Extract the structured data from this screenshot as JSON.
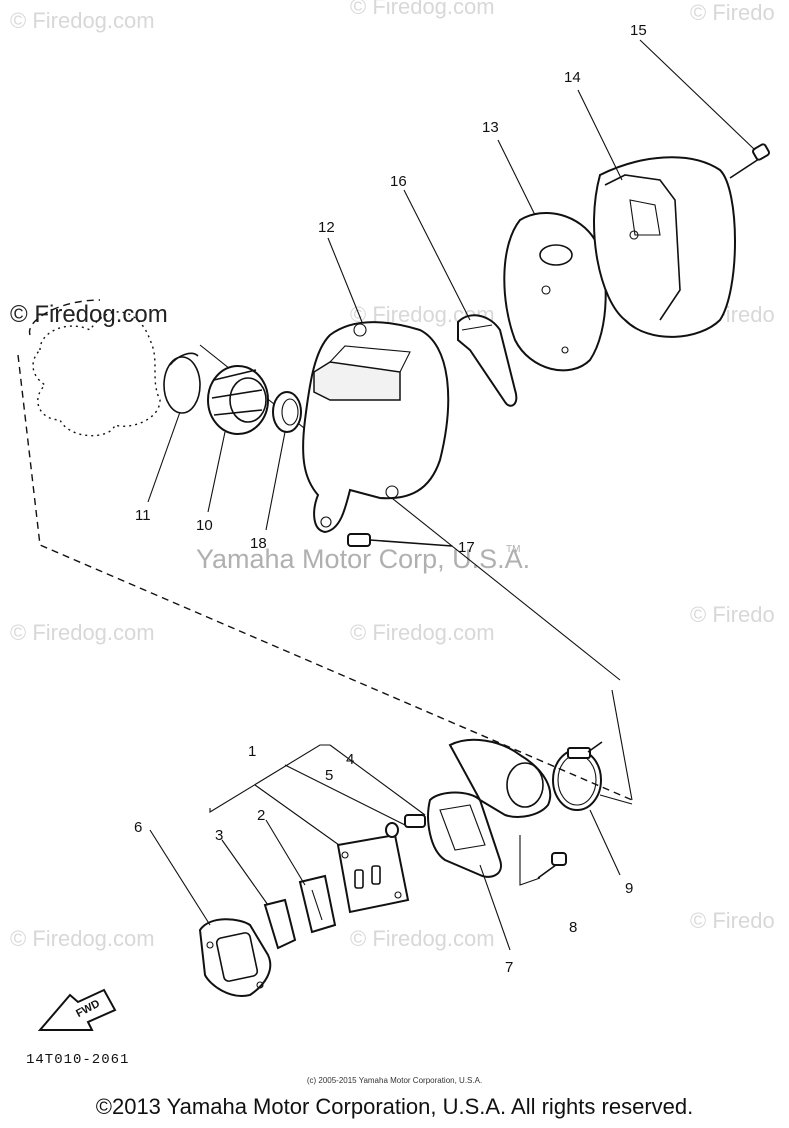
{
  "watermarks": {
    "firedog": "© Firedog.com",
    "firedog_short": "© Firedo",
    "firedog_mid": "© Firedog.com",
    "yamaha": "Yamaha Motor Corp, U.S.A.",
    "tm": "TM"
  },
  "callouts": {
    "c1": "1",
    "c2": "2",
    "c3": "3",
    "c4": "4",
    "c5": "5",
    "c6": "6",
    "c7": "7",
    "c8": "8",
    "c9": "9",
    "c10": "10",
    "c11": "11",
    "c12": "12",
    "c13": "13",
    "c14": "14",
    "c15": "15",
    "c16": "16",
    "c17": "17",
    "c18": "18"
  },
  "fwd_marker": "FWD",
  "diagram_code": "14T010-2061",
  "small_copyright": "(c) 2005-2015 Yamaha Motor Corporation, U.S.A.",
  "footer_copyright": "©2013 Yamaha Motor Corporation, U.S.A. All rights reserved."
}
